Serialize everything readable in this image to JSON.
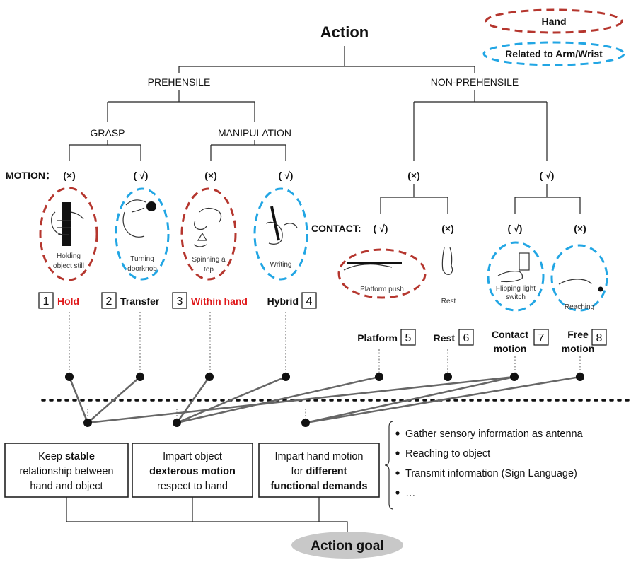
{
  "title": "Action",
  "legend": {
    "hand": "Hand",
    "arm_wrist": "Related to Arm/Wrist"
  },
  "branches": {
    "prehensile": "PREHENSILE",
    "non_prehensile": "NON-PREHENSILE"
  },
  "sub_branches": {
    "grasp": "GRASP",
    "manipulation": "MANIPULATION"
  },
  "motion_label": "MOTION：",
  "contact_label": "CONTACT:",
  "marks": {
    "m1": "(×)",
    "m2": "( √)",
    "m3": "(×)",
    "m4": "( √)",
    "m5": "(×)",
    "m6": "( √)",
    "c1": "( √)",
    "c2": "(×)",
    "c3": "( √)",
    "c4": "(×)"
  },
  "captions": {
    "hold_line1": "Holding",
    "hold_line2": "object still",
    "transfer_line1": "Turning",
    "transfer_line2": "doorknob",
    "within_line1": "Spinning a",
    "within_line2": "top",
    "writing": "Writing",
    "platform_push": "Platform push",
    "rest": "Rest",
    "flip_line1": "Flipping light",
    "flip_line2": "switch",
    "reaching": "Reaching"
  },
  "categories": [
    {
      "num": "1",
      "label": "Hold",
      "color": "#e0191b"
    },
    {
      "num": "2",
      "label": "Transfer",
      "color": "#111111"
    },
    {
      "num": "3",
      "label": "Within hand",
      "color": "#e0191b"
    },
    {
      "num": "4",
      "label": "Hybrid",
      "color": "#111111"
    },
    {
      "num": "5",
      "label": "Platform",
      "color": "#111111"
    },
    {
      "num": "6",
      "label": "Rest",
      "color": "#111111"
    },
    {
      "num": "7",
      "label_line1": "Contact",
      "label_line2": "motion",
      "color": "#111111"
    },
    {
      "num": "8",
      "label_line1": "Free",
      "label_line2": "motion",
      "color": "#111111"
    }
  ],
  "functions": {
    "f1": {
      "pre": "Keep ",
      "bold": "stable",
      "line2": "relationship between",
      "line3": "hand and object"
    },
    "f2": {
      "line1": "Impart object",
      "bold": "dexterous motion",
      "line3": "respect to hand"
    },
    "f3": {
      "line1": "Impart hand motion",
      "pre": "for ",
      "bold": "different",
      "line3": "functional demands"
    }
  },
  "bullets": [
    "Gather sensory information as antenna",
    "Reaching to object",
    "Transmit information (Sign Language)",
    "…"
  ],
  "goal": "Action goal",
  "colors": {
    "hand_red": "#b5362e",
    "arm_blue": "#22a6e4",
    "highlight_red": "#e0191b",
    "goal_gray": "#c8c8c8"
  }
}
